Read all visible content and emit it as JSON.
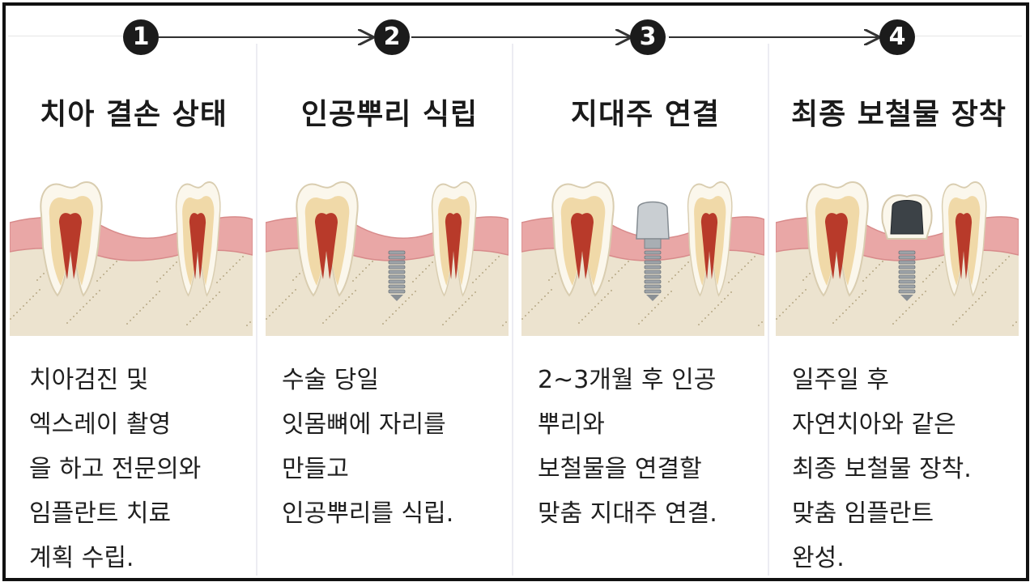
{
  "steps": [
    {
      "number": "1",
      "title": "치아 결손 상태",
      "stage": "missing",
      "description": [
        "치아검진 및",
        "엑스레이 촬영",
        "을 하고 전문의와",
        "임플란트 치료",
        "계획 수립."
      ]
    },
    {
      "number": "2",
      "title": "인공뿌리 식립",
      "stage": "implant",
      "description": [
        "수술 당일",
        "잇몸뼈에 자리를",
        "만들고",
        "인공뿌리를 식립."
      ]
    },
    {
      "number": "3",
      "title": "지대주 연결",
      "stage": "abutment",
      "description": [
        "2~3개월 후 인공",
        "뿌리와",
        "보철물을 연결할",
        "맞춤 지대주 연결."
      ]
    },
    {
      "number": "4",
      "title": "최종 보철물 장착",
      "stage": "crown",
      "description": [
        "일주일 후",
        "자연치아와 같은",
        "최종 보철물 장착.",
        "맞춤 임플란트",
        "완성."
      ]
    }
  ],
  "colors": {
    "gum": "#e9a7a6",
    "bone": "#ece3cf",
    "enamel": "#fbf7ec",
    "pulp": "#b83a2a",
    "metal": "#9da3a8"
  }
}
